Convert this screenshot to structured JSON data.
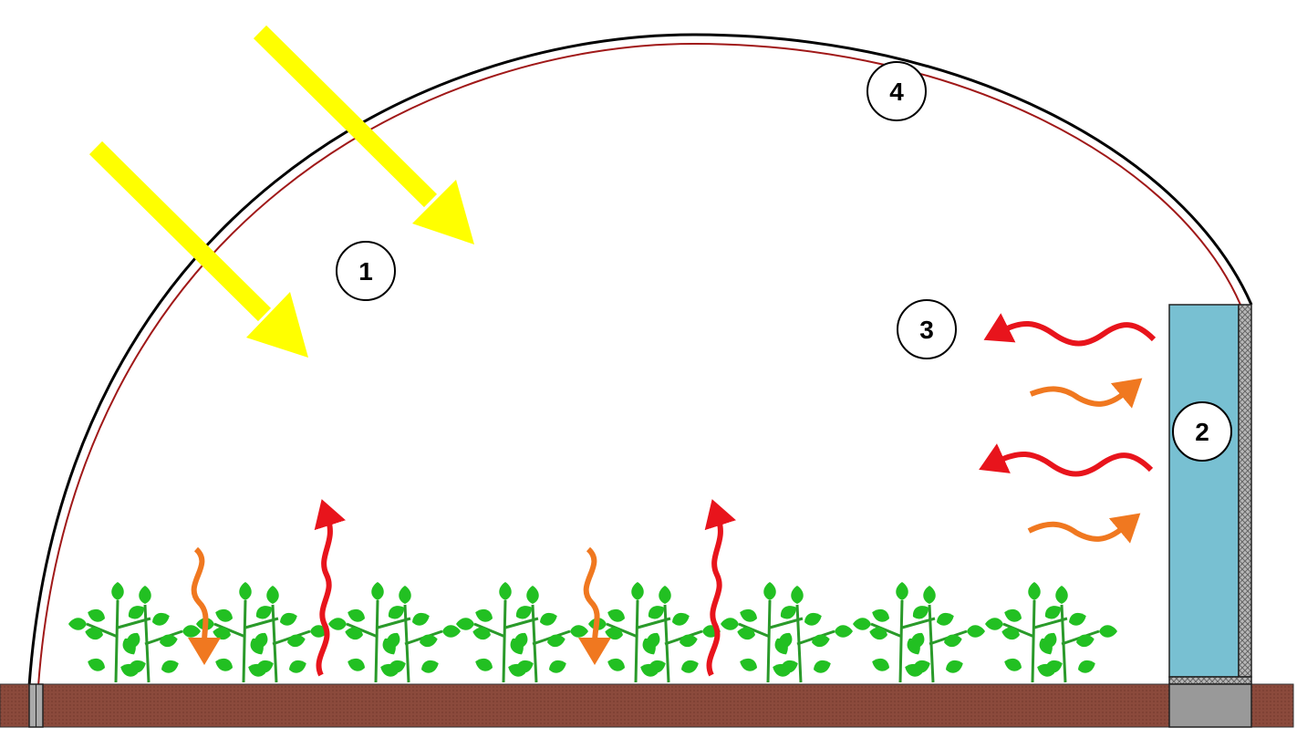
{
  "diagram": {
    "labels": {
      "one": "1",
      "two": "2",
      "three": "3",
      "four": "4"
    }
  },
  "colors": {
    "sun": "#ffff00",
    "heat_red": "#e8141c",
    "heat_orange": "#f07820",
    "soil": "#8b4a3c",
    "wall": "#78c0d2",
    "plant": "#22c022",
    "cover_inner": "#a01818"
  }
}
